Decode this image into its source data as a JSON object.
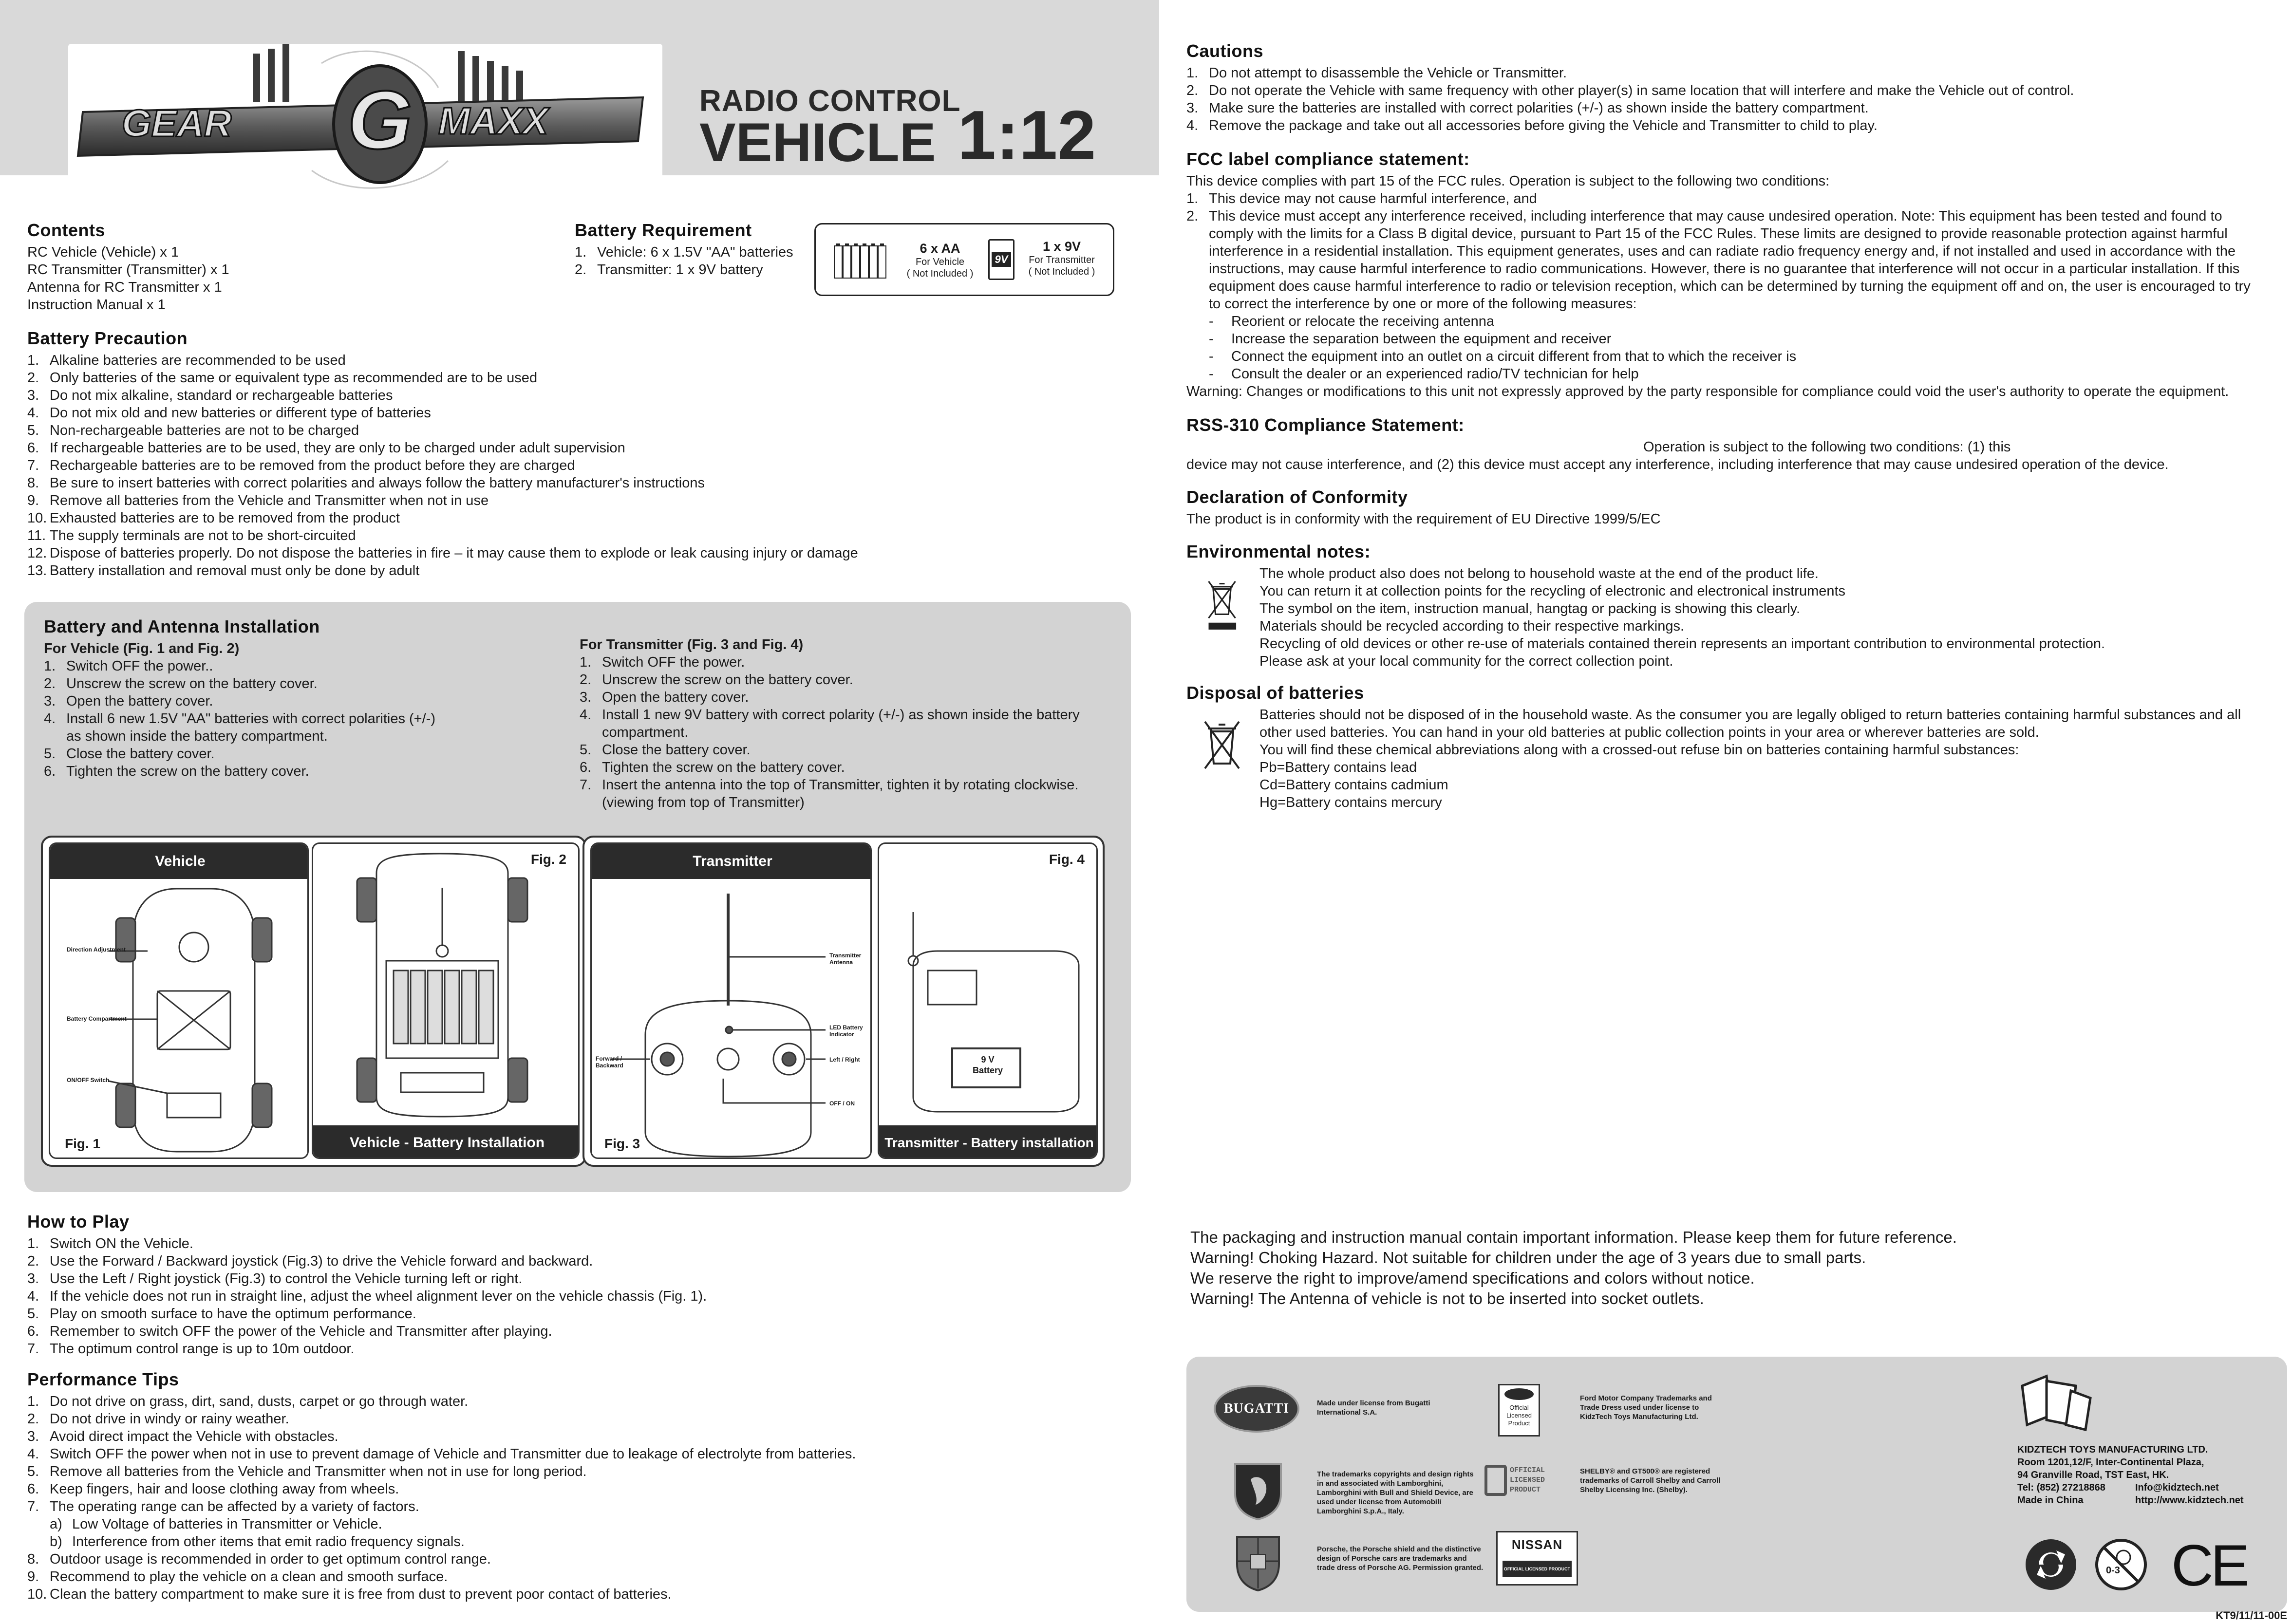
{
  "header": {
    "logo_text": "GEAR G MAXX",
    "title_line1": "RADIO CONTROL",
    "title_line2": "VEHICLE",
    "scale": "1:12"
  },
  "contents": {
    "heading": "Contents",
    "items": [
      "RC Vehicle (Vehicle) x 1",
      "RC Transmitter (Transmitter) x 1",
      "Antenna for RC Transmitter x 1",
      "Instruction Manual x 1"
    ]
  },
  "battery_requirement": {
    "heading": "Battery Requirement",
    "items": [
      "Vehicle: 6 x 1.5V \"AA\" batteries",
      "Transmitter: 1 x 9V battery"
    ],
    "box": {
      "aa_count": "6 x AA",
      "aa_for": "For Vehicle",
      "aa_note": "( Not Included )",
      "nine_v_label": "9V",
      "nine_count": "1 x 9V",
      "nine_for": "For Transmitter",
      "nine_note": "( Not Included )"
    }
  },
  "battery_precaution": {
    "heading": "Battery Precaution",
    "items": [
      "Alkaline batteries are recommended to be used",
      "Only batteries of the same or equivalent type as recommended are to be used",
      "Do not mix alkaline, standard or rechargeable batteries",
      "Do not mix old and new batteries or different type of batteries",
      "Non-rechargeable batteries are not to be charged",
      "If rechargeable batteries are to be used, they are only to be charged under adult supervision",
      "Rechargeable batteries are to be removed from the product before they are charged",
      "Be sure to insert batteries with correct polarities and always follow the battery manufacturer's instructions",
      "Remove all batteries from the Vehicle and Transmitter when not in use",
      "Exhausted batteries are to be removed from the product",
      "The supply terminals are not to be short-circuited",
      "Dispose of batteries properly. Do not dispose the batteries in fire – it may cause them to explode or leak causing injury or damage",
      "Battery installation and removal must only be done by adult"
    ]
  },
  "installation": {
    "heading": "Battery and Antenna Installation",
    "vehicle": {
      "subheading": "For Vehicle (Fig. 1 and Fig. 2)",
      "items": [
        "Switch OFF the power..",
        "Unscrew the screw on the battery cover.",
        "Open the battery cover.",
        "Install 6 new 1.5V \"AA\" batteries with correct polarities (+/-)",
        "Close the battery cover.",
        "Tighten the screw on the battery cover."
      ],
      "item4_cont": "as shown inside the battery compartment."
    },
    "transmitter": {
      "subheading": "For Transmitter (Fig. 3 and Fig. 4)",
      "items": [
        "Switch OFF the power.",
        "Unscrew the screw on the battery cover.",
        "Open the battery cover.",
        "Install 1 new 9V battery with correct polarity (+/-) as shown inside the battery",
        "Close the battery cover.",
        "Tighten the screw on the battery cover.",
        "Insert the antenna into the top of Transmitter, tighten it by rotating clockwise."
      ],
      "item4_cont": "compartment.",
      "item7_cont": "(viewing from top of Transmitter)"
    },
    "figures": {
      "vehicle_bar": "Vehicle",
      "fig1": "Fig. 1",
      "fig2": "Fig. 2",
      "vehicle_install_bar": "Vehicle - Battery Installation",
      "direction_adjustment": "Direction Adjustment",
      "battery_compartment": "Battery Compartment",
      "onoff_switch": "ON/OFF Switch",
      "transmitter_bar": "Transmitter",
      "fig3": "Fig. 3",
      "fig4": "Fig. 4",
      "transmitter_install_bar": "Transmitter - Battery installation",
      "transmitter_antenna": "Transmitter Antenna",
      "led_indicator": "LED Battery Indicator",
      "left_right": "Left / Right",
      "off_on": "OFF / ON",
      "forward_backward": "Forward / Backward",
      "battery_9v_line1": "9 V",
      "battery_9v_line2": "Battery"
    }
  },
  "how_to_play": {
    "heading": "How to Play",
    "items": [
      "Switch ON the Vehicle.",
      "Use the Forward / Backward joystick (Fig.3) to drive the Vehicle forward and backward.",
      "Use the Left / Right joystick (Fig.3) to control the Vehicle turning left or right.",
      "If the vehicle does not run in straight line, adjust the wheel alignment lever on the vehicle chassis (Fig. 1).",
      "Play on smooth surface to have the optimum performance.",
      "Remember to switch OFF the power of the Vehicle and Transmitter after playing.",
      "The optimum control range is up to 10m outdoor."
    ]
  },
  "performance_tips": {
    "heading": "Performance Tips",
    "items": [
      "Do not drive on grass, dirt, sand, dusts, carpet or go through water.",
      "Do not drive in windy or rainy weather.",
      "Avoid direct impact the Vehicle with obstacles.",
      "Switch OFF the power when not in use to prevent damage of Vehicle and Transmitter due to leakage of electrolyte from batteries.",
      "Remove all batteries from the Vehicle and Transmitter when not in use for long period.",
      "Keep fingers, hair and loose clothing away from wheels.",
      "The operating range can be affected by a variety of factors."
    ],
    "sub_a": "Low Voltage of batteries in Transmitter or Vehicle.",
    "sub_b": "Interference from other items that emit radio frequency signals.",
    "items_cont": [
      "Outdoor usage is recommended in order to get optimum control range.",
      "Recommend to play the vehicle on a clean and smooth surface.",
      "Clean the battery compartment to make sure it is free from dust to prevent poor contact of batteries."
    ]
  },
  "cautions": {
    "heading": "Cautions",
    "items": [
      "Do not attempt to disassemble the Vehicle or Transmitter.",
      "Do not operate the Vehicle with same frequency with other player(s) in same location that will interfere and make the Vehicle out of control.",
      "Make sure the batteries are installed with correct polarities (+/-) as shown inside the battery compartment.",
      "Remove the package and take out all accessories before giving the Vehicle and Transmitter to child to play."
    ]
  },
  "fcc": {
    "heading": "FCC label compliance statement:",
    "intro": "This device complies with part 15 of the FCC rules. Operation is subject to the following two conditions:",
    "item1": "This device may not cause harmful interference, and",
    "item2_lines": [
      "This device must accept any interference received, including interference that may cause undesired operation.  Note: This equipment has been tested and found to",
      "comply with the limits for a Class B digital device, pursuant to Part 15 of the FCC Rules.  These limits are designed to provide reasonable protection against harmful",
      "interference in a residential installation.  This equipment generates, uses and can radiate radio frequency energy and, if not installed and used in accordance with the",
      "instructions, may cause harmful interference to radio communications.  However, there is no guarantee that interference will not occur in a particular installation.  If this",
      "equipment does cause harmful interference to radio or television reception, which can be determined by turning the equipment off and on, the user is encouraged to try",
      "to correct the interference by one or more of the following measures:"
    ],
    "measures": [
      "Reorient or relocate the receiving antenna",
      "Increase the separation between the equipment and receiver",
      "Connect the equipment into an outlet on a circuit different from that to which the receiver is",
      "Consult the dealer or an experienced radio/TV technician for help"
    ],
    "warning": "Warning: Changes or modifications to this unit not expressly approved by the party responsible for compliance could void the user's authority to operate the equipment."
  },
  "rss": {
    "heading": "RSS-310 Compliance Statement:",
    "line1": "Operation is subject to the following two conditions: (1) this",
    "line2": "device may not cause interference, and (2) this device must accept any interference, including interference that may cause undesired operation of the device."
  },
  "conformity": {
    "heading": "Declaration of Conformity",
    "text": "The product is in conformity with the requirement of EU Directive 1999/5/EC"
  },
  "environmental": {
    "heading": "Environmental notes:",
    "lines": [
      "The whole product also does not belong to household waste at the end of the product life.",
      "You can return it at collection points for the recycling of electronic and electronical instruments",
      "The symbol on the item, instruction manual, hangtag or packing is showing this clearly.",
      "Materials should be recycled according to their respective markings.",
      "Recycling of old devices or other re-use of materials contained therein represents an important contribution to environmental protection.",
      "Please ask at your local community for the correct collection point."
    ]
  },
  "disposal": {
    "heading": "Disposal of batteries",
    "lines": [
      "Batteries should not be disposed of in the household waste.  As the consumer you are legally obliged to return batteries containing harmful substances and all",
      "other used batteries.  You can hand in your old batteries at public collection points in your area or wherever batteries are sold.",
      "You will find these chemical abbreviations along with a crossed-out refuse bin on batteries containing harmful substances:",
      "Pb=Battery contains lead",
      "Cd=Battery contains cadmium",
      "Hg=Battery contains mercury"
    ]
  },
  "notices": [
    "The packaging and instruction manual contain important information. Please keep them for future reference.",
    "Warning! Choking Hazard. Not suitable for children under the age of 3 years due to small parts.",
    "We reserve the right to improve/amend specifications and colors without notice.",
    "Warning! The Antenna of vehicle is not to be inserted into socket outlets."
  ],
  "licenses": {
    "bugatti_logo": "BUGATTI",
    "bugatti_text": [
      "Made under license from Bugatti",
      "International S.A."
    ],
    "lamborghini_text": [
      "The trademarks copyrights and design rights",
      "in and associated with Lamborghini,",
      "Lamborghini with Bull and Shield Device, are",
      "used under license from Automobili",
      "Lamborghini S.p.A., Italy."
    ],
    "porsche_text": [
      "Porsche, the Porsche shield and the distinctive",
      "design of Porsche cars are trademarks and",
      "trade dress of Porsche  AG. Permission granted."
    ],
    "ford_badge": [
      "Official",
      "Licensed",
      "Product"
    ],
    "ford_text": [
      "Ford Motor Company Trademarks and",
      "Trade Dress used under license to",
      "KidzTech Toys Manufacturing Ltd."
    ],
    "shelby_badge": [
      "OFFICIAL",
      "LICENSED",
      "PRODUCT"
    ],
    "shelby_text": [
      "SHELBY® and GT500® are registered",
      "trademarks of Carroll Shelby  and  Carroll",
      "Shelby Licensing Inc. (Shelby)."
    ],
    "nissan_logo": "NISSAN",
    "nissan_badge": "OFFICIAL LICENSED PRODUCT"
  },
  "company": {
    "name": "KIDZTECH TOYS MANUFACTURING LTD.",
    "address1": "Room 1201,12/F, Inter-Continental Plaza,",
    "address2": "94 Granville Road, TST East, HK.",
    "tel": "Tel: (852) 27218868",
    "email": "Info@kidztech.net",
    "made_in": "Made in China",
    "website": "http://www.kidztech.net",
    "age_mark": "0-3",
    "ce_mark": "CE"
  },
  "doc_code": "KT9/11/11-00E"
}
